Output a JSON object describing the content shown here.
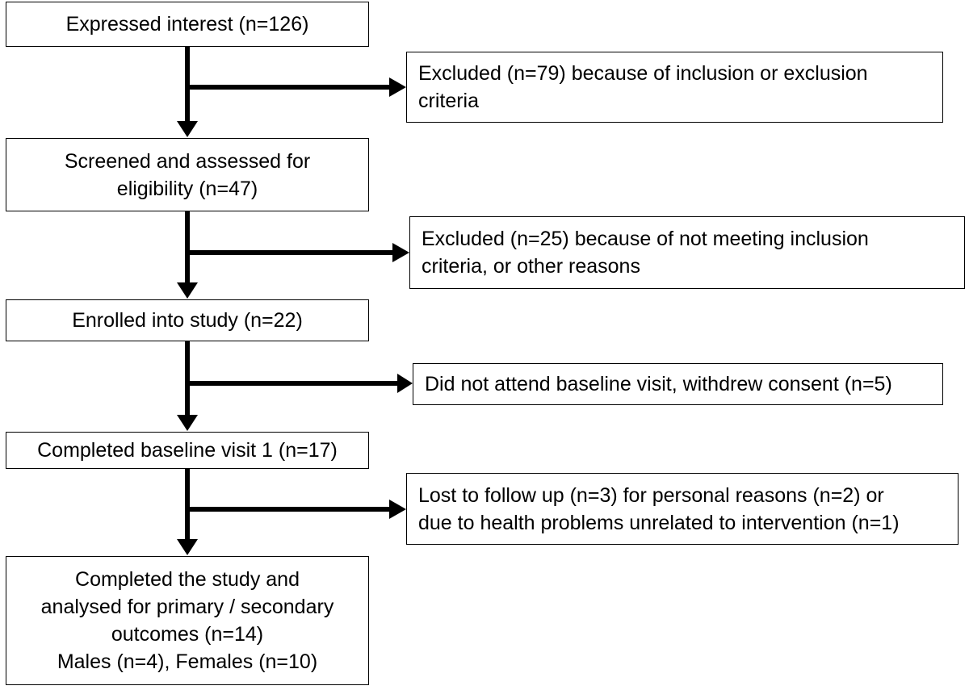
{
  "flowchart": {
    "main_steps": [
      {
        "lines": [
          "Expressed interest (n=126)"
        ]
      },
      {
        "lines": [
          "Screened and assessed for",
          "eligibility (n=47)"
        ]
      },
      {
        "lines": [
          "Enrolled into study (n=22)"
        ]
      },
      {
        "lines": [
          "Completed baseline visit 1 (n=17)"
        ]
      },
      {
        "lines": [
          "Completed the study and",
          "analysed for primary / secondary",
          "outcomes (n=14)",
          "Males (n=4), Females (n=10)"
        ]
      }
    ],
    "exclusions": [
      {
        "lines": [
          "Excluded (n=79) because of inclusion or exclusion",
          "criteria"
        ]
      },
      {
        "lines": [
          "Excluded (n=25) because of not meeting inclusion",
          "criteria, or other reasons"
        ]
      },
      {
        "lines": [
          "Did not attend baseline visit, withdrew consent (n=5)"
        ]
      },
      {
        "lines": [
          "Lost to follow up (n=3) for personal reasons (n=2) or",
          "due to health problems unrelated to intervention (n=1)"
        ]
      }
    ]
  }
}
